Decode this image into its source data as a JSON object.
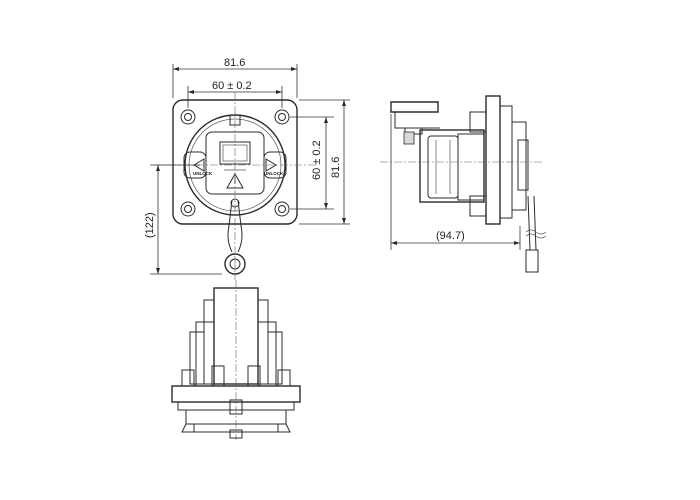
{
  "dimensions": {
    "flange_width": "81.6",
    "hole_spacing_horizontal": "60 ± 0.2",
    "hole_spacing_vertical": "60 ± 0.2",
    "flange_height": "81.6",
    "total_height_ref": "(122)",
    "depth_ref": "(94.7)"
  },
  "labels": {
    "unlock_left": "UNLOCK",
    "unlock_right": "UNLOCK"
  }
}
